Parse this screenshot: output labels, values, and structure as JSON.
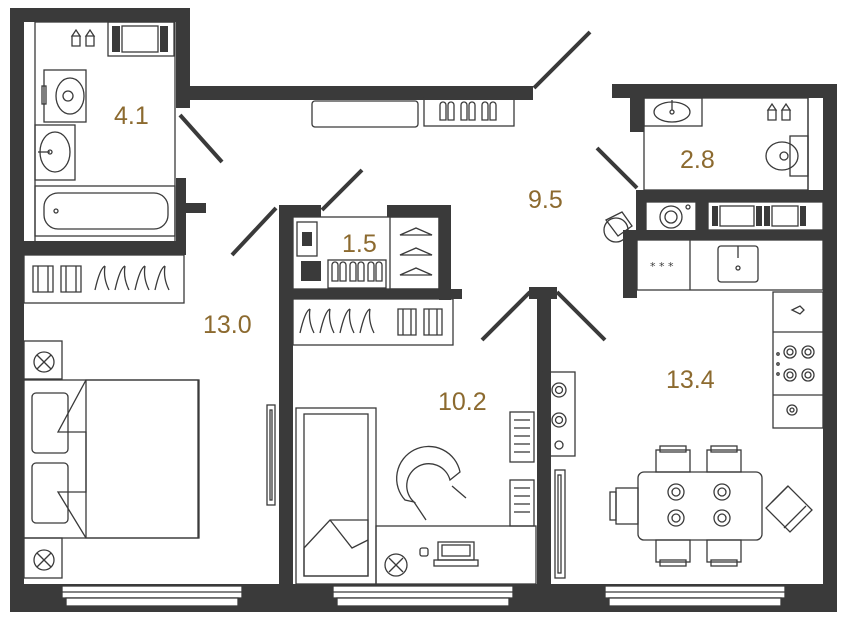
{
  "rooms": [
    {
      "id": "bathroom-1",
      "area": "4.1"
    },
    {
      "id": "bathroom-2",
      "area": "2.8"
    },
    {
      "id": "hallway",
      "area": "9.5"
    },
    {
      "id": "closet",
      "area": "1.5"
    },
    {
      "id": "bedroom",
      "area": "13.0"
    },
    {
      "id": "room",
      "area": "10.2"
    },
    {
      "id": "kitchen-living",
      "area": "13.4"
    }
  ],
  "stove_marks": "* * *",
  "colors": {
    "wall": "#3a3a3a",
    "label": "#8c6a2f",
    "background": "#ffffff"
  }
}
